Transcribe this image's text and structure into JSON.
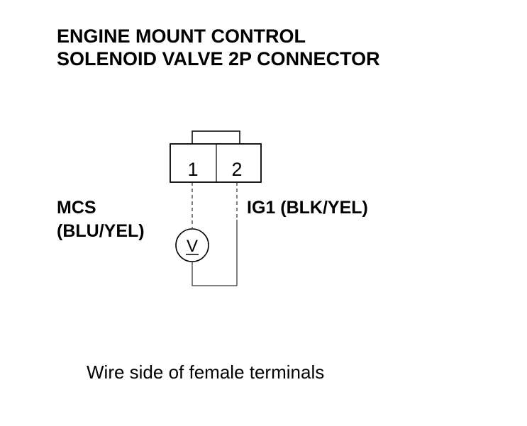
{
  "title": {
    "line1": "ENGINE MOUNT CONTROL",
    "line2": "SOLENOID VALVE 2P CONNECTOR"
  },
  "connector": {
    "pins": [
      "1",
      "2"
    ]
  },
  "labels": {
    "mcs_line1": "MCS",
    "mcs_line2": "(BLU/YEL)",
    "ig1": "IG1 (BLK/YEL)"
  },
  "meter": {
    "symbol": "V"
  },
  "caption": "Wire side of female terminals"
}
